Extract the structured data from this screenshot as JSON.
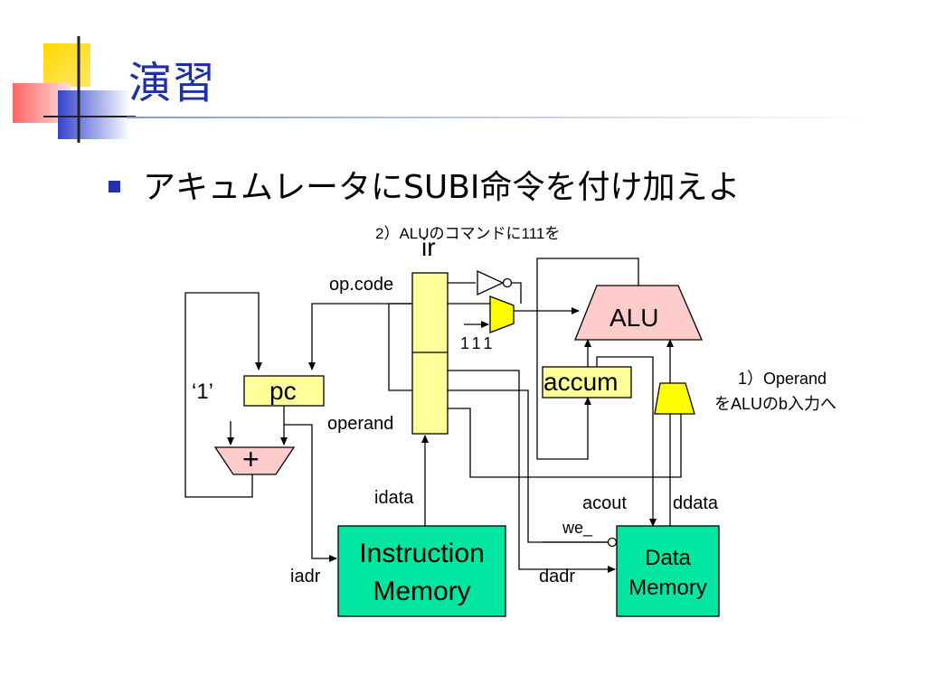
{
  "slide": {
    "title": "演習",
    "bullet": "アキュムレータにSUBI命令を付け加えよ"
  },
  "diagram": {
    "note_alu_command": "2）ALUのコマンドに111を",
    "ir_label": "ir",
    "opcode_label": "op.code",
    "operand_label": "operand",
    "alu_label": "ALU",
    "accum_label": "accum",
    "const_label": "111",
    "note_operand_line1": "1）Operand",
    "note_operand_line2": "をALUのb入力へ",
    "one_label": "‘1’",
    "pc_label": "pc",
    "adder_label": "+",
    "idata_label": "idata",
    "iadr_label": "iadr",
    "imem_line1": "Instruction",
    "imem_line2": "Memory",
    "acout_label": "acout",
    "ddata_label": "ddata",
    "we_label": "we_",
    "dadr_label": "dadr",
    "dmem_line1": "Data",
    "dmem_line2": "Memory",
    "colors": {
      "title_blue": "#1f2fa6",
      "reg_yellow": "#ffff99",
      "alu_pink": "#ffcccc",
      "mem_green": "#00e6a0",
      "mux_yellow": "#ffff00"
    }
  }
}
